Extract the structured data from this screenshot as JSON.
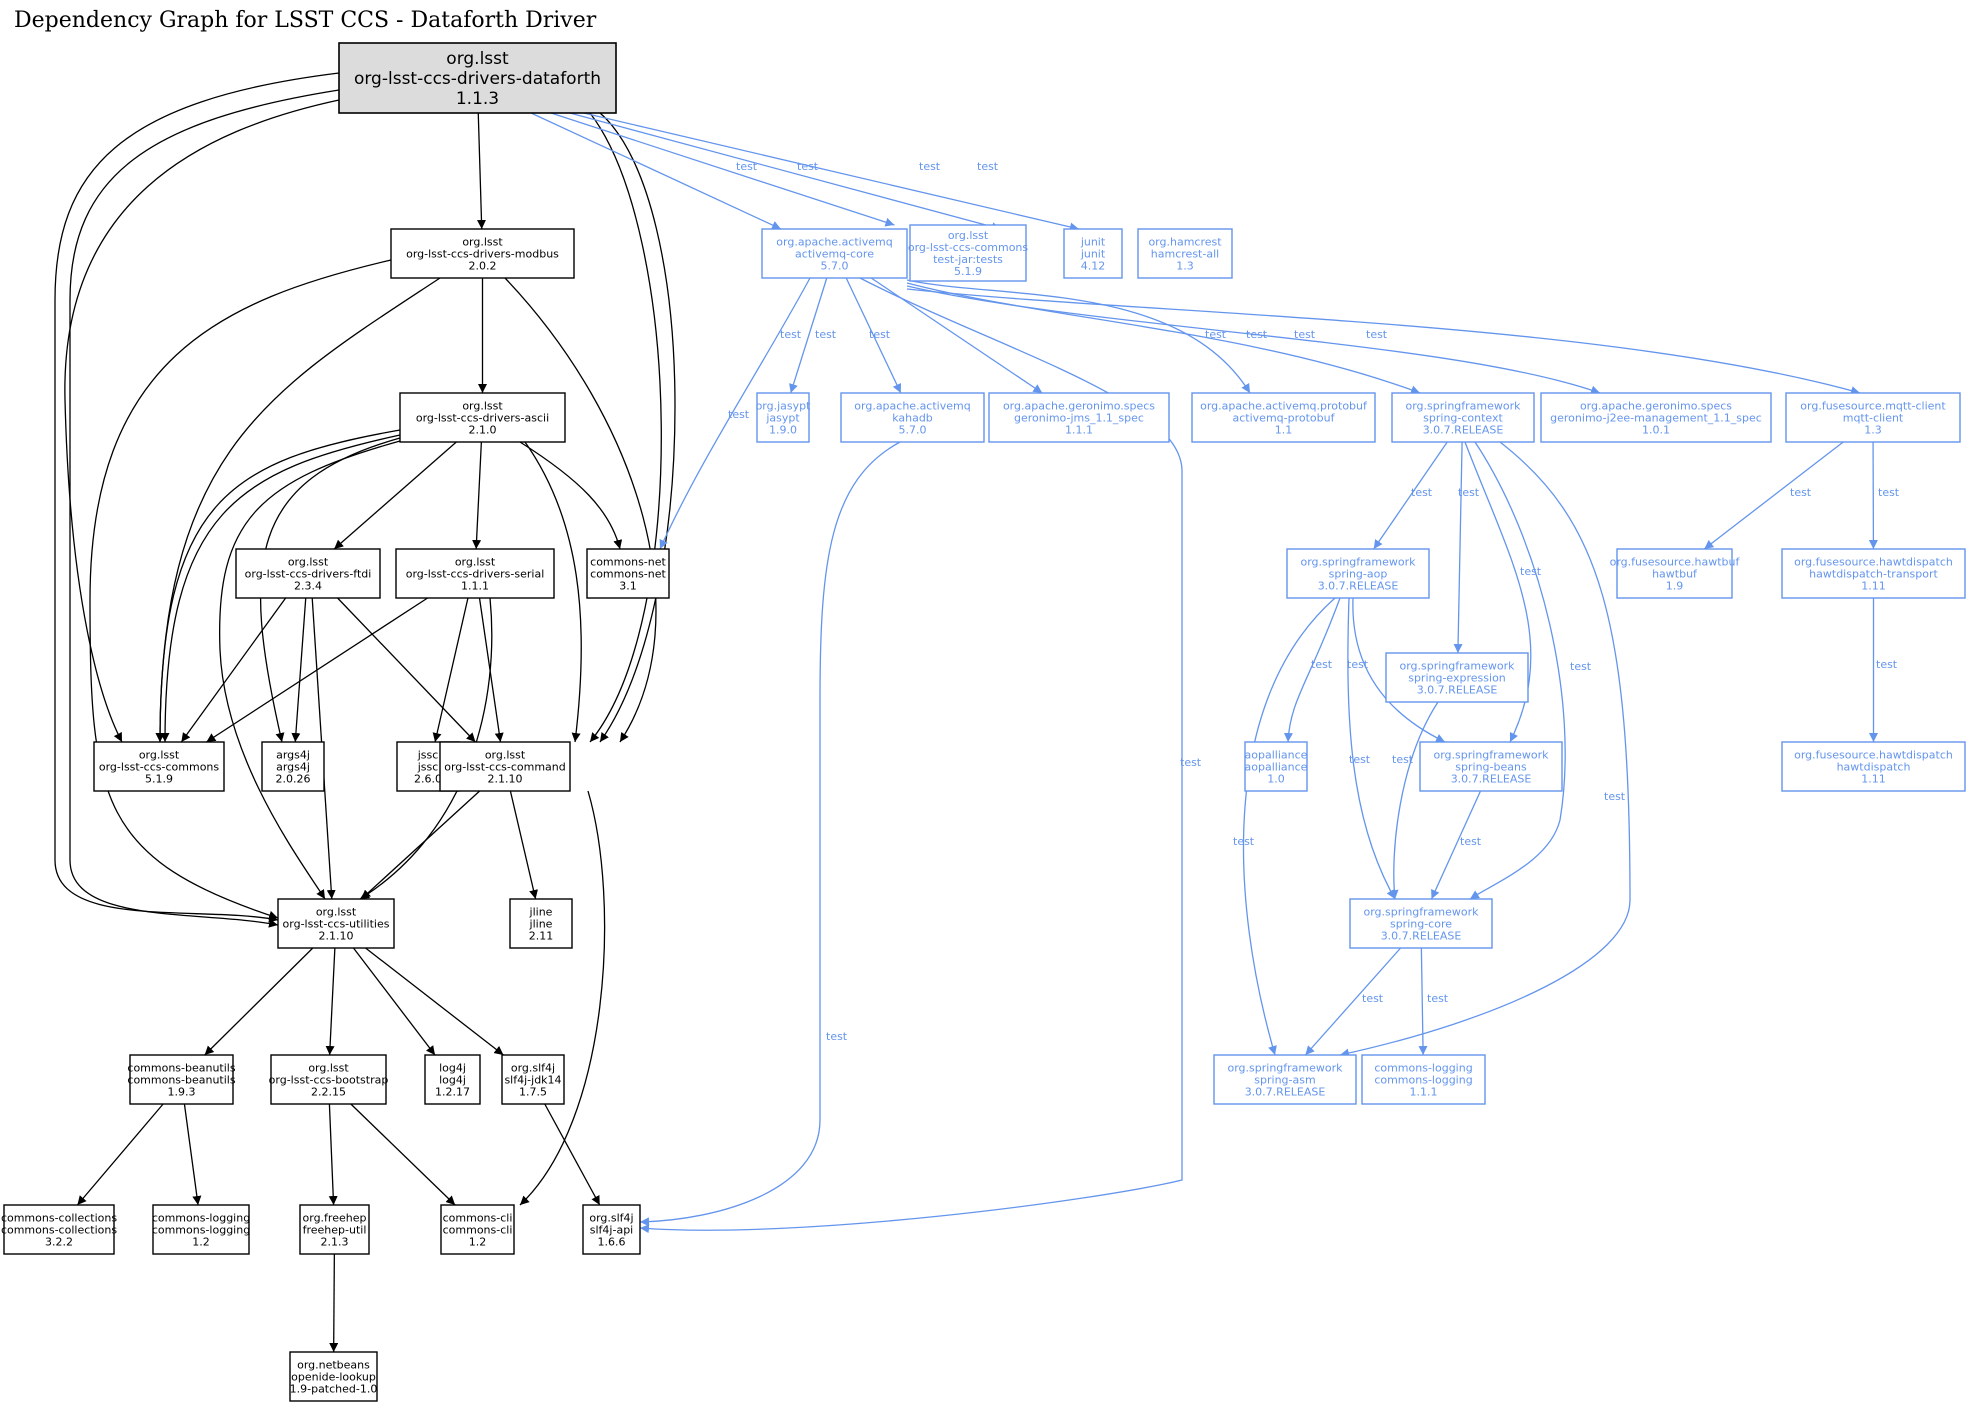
{
  "title": "Dependency Graph for LSST CCS - Dataforth Driver",
  "colors": {
    "compile": "#000000",
    "test": "#6495ed",
    "root_fill": "#dcdcdc"
  },
  "nodes": [
    {
      "id": "dataforth",
      "lines": [
        "org.lsst",
        "org-lsst-ccs-drivers-dataforth",
        "1.1.3"
      ],
      "scope": "root"
    },
    {
      "id": "modbus",
      "lines": [
        "org.lsst",
        "org-lsst-ccs-drivers-modbus",
        "2.0.2"
      ],
      "scope": "compile"
    },
    {
      "id": "ascii",
      "lines": [
        "org.lsst",
        "org-lsst-ccs-drivers-ascii",
        "2.1.0"
      ],
      "scope": "compile"
    },
    {
      "id": "ftdi",
      "lines": [
        "org.lsst",
        "org-lsst-ccs-drivers-ftdi",
        "2.3.4"
      ],
      "scope": "compile"
    },
    {
      "id": "serial",
      "lines": [
        "org.lsst",
        "org-lsst-ccs-drivers-serial",
        "1.1.1"
      ],
      "scope": "compile"
    },
    {
      "id": "commonsnet",
      "lines": [
        "commons-net",
        "commons-net",
        "3.1"
      ],
      "scope": "compile"
    },
    {
      "id": "ccscommons",
      "lines": [
        "org.lsst",
        "org-lsst-ccs-commons",
        "5.1.9"
      ],
      "scope": "compile"
    },
    {
      "id": "args4j",
      "lines": [
        "args4j",
        "args4j",
        "2.0.26"
      ],
      "scope": "compile"
    },
    {
      "id": "jssc",
      "lines": [
        "jssc",
        "jssc",
        "2.6.0"
      ],
      "scope": "compile"
    },
    {
      "id": "command",
      "lines": [
        "org.lsst",
        "org-lsst-ccs-command",
        "2.1.10"
      ],
      "scope": "compile"
    },
    {
      "id": "utilities",
      "lines": [
        "org.lsst",
        "org-lsst-ccs-utilities",
        "2.1.10"
      ],
      "scope": "compile"
    },
    {
      "id": "jline",
      "lines": [
        "jline",
        "jline",
        "2.11"
      ],
      "scope": "compile"
    },
    {
      "id": "beanutils",
      "lines": [
        "commons-beanutils",
        "commons-beanutils",
        "1.9.3"
      ],
      "scope": "compile"
    },
    {
      "id": "bootstrap",
      "lines": [
        "org.lsst",
        "org-lsst-ccs-bootstrap",
        "2.2.15"
      ],
      "scope": "compile"
    },
    {
      "id": "log4j",
      "lines": [
        "log4j",
        "log4j",
        "1.2.17"
      ],
      "scope": "compile"
    },
    {
      "id": "slf4jjdk",
      "lines": [
        "org.slf4j",
        "slf4j-jdk14",
        "1.7.5"
      ],
      "scope": "compile"
    },
    {
      "id": "collections",
      "lines": [
        "commons-collections",
        "commons-collections",
        "3.2.2"
      ],
      "scope": "compile"
    },
    {
      "id": "logging12",
      "lines": [
        "commons-logging",
        "commons-logging",
        "1.2"
      ],
      "scope": "compile"
    },
    {
      "id": "freehep",
      "lines": [
        "org.freehep",
        "freehep-util",
        "2.1.3"
      ],
      "scope": "compile"
    },
    {
      "id": "cli",
      "lines": [
        "commons-cli",
        "commons-cli",
        "1.2"
      ],
      "scope": "compile"
    },
    {
      "id": "slf4japi",
      "lines": [
        "org.slf4j",
        "slf4j-api",
        "1.6.6"
      ],
      "scope": "compile"
    },
    {
      "id": "openide",
      "lines": [
        "org.netbeans",
        "openide-lookup",
        "1.9-patched-1.0"
      ],
      "scope": "compile"
    },
    {
      "id": "amqcore",
      "lines": [
        "org.apache.activemq",
        "activemq-core",
        "5.7.0"
      ],
      "scope": "test"
    },
    {
      "id": "commonstests",
      "lines": [
        "org.lsst",
        "org-lsst-ccs-commons",
        "test-jar:tests",
        "5.1.9"
      ],
      "scope": "test"
    },
    {
      "id": "junit",
      "lines": [
        "junit",
        "junit",
        "4.12"
      ],
      "scope": "test"
    },
    {
      "id": "hamcrest",
      "lines": [
        "org.hamcrest",
        "hamcrest-all",
        "1.3"
      ],
      "scope": "test"
    },
    {
      "id": "jasypt",
      "lines": [
        "org.jasypt",
        "jasypt",
        "1.9.0"
      ],
      "scope": "test"
    },
    {
      "id": "kahadb",
      "lines": [
        "org.apache.activemq",
        "kahadb",
        "5.7.0"
      ],
      "scope": "test"
    },
    {
      "id": "jms",
      "lines": [
        "org.apache.geronimo.specs",
        "geronimo-jms_1.1_spec",
        "1.1.1"
      ],
      "scope": "test"
    },
    {
      "id": "protobuf",
      "lines": [
        "org.apache.activemq.protobuf",
        "activemq-protobuf",
        "1.1"
      ],
      "scope": "test"
    },
    {
      "id": "springctx",
      "lines": [
        "org.springframework",
        "spring-context",
        "3.0.7.RELEASE"
      ],
      "scope": "test"
    },
    {
      "id": "j2ee",
      "lines": [
        "org.apache.geronimo.specs",
        "geronimo-j2ee-management_1.1_spec",
        "1.0.1"
      ],
      "scope": "test"
    },
    {
      "id": "mqtt",
      "lines": [
        "org.fusesource.mqtt-client",
        "mqtt-client",
        "1.3"
      ],
      "scope": "test"
    },
    {
      "id": "springaop",
      "lines": [
        "org.springframework",
        "spring-aop",
        "3.0.7.RELEASE"
      ],
      "scope": "test"
    },
    {
      "id": "hawtbuf",
      "lines": [
        "org.fusesource.hawtbuf",
        "hawtbuf",
        "1.9"
      ],
      "scope": "test"
    },
    {
      "id": "hawttransport",
      "lines": [
        "org.fusesource.hawtdispatch",
        "hawtdispatch-transport",
        "1.11"
      ],
      "scope": "test"
    },
    {
      "id": "springexpr",
      "lines": [
        "org.springframework",
        "spring-expression",
        "3.0.7.RELEASE"
      ],
      "scope": "test"
    },
    {
      "id": "aopalliance",
      "lines": [
        "aopalliance",
        "aopalliance",
        "1.0"
      ],
      "scope": "test"
    },
    {
      "id": "springbeans",
      "lines": [
        "org.springframework",
        "spring-beans",
        "3.0.7.RELEASE"
      ],
      "scope": "test"
    },
    {
      "id": "hawtdispatch",
      "lines": [
        "org.fusesource.hawtdispatch",
        "hawtdispatch",
        "1.11"
      ],
      "scope": "test"
    },
    {
      "id": "springcore",
      "lines": [
        "org.springframework",
        "spring-core",
        "3.0.7.RELEASE"
      ],
      "scope": "test"
    },
    {
      "id": "springasm",
      "lines": [
        "org.springframework",
        "spring-asm",
        "3.0.7.RELEASE"
      ],
      "scope": "test"
    },
    {
      "id": "logging111",
      "lines": [
        "commons-logging",
        "commons-logging",
        "1.1.1"
      ],
      "scope": "test"
    }
  ],
  "edges": [
    {
      "from": "dataforth",
      "to": "modbus",
      "label": ""
    },
    {
      "from": "dataforth",
      "to": "ccscommons",
      "label": ""
    },
    {
      "from": "dataforth",
      "to": "utilities",
      "label": ""
    },
    {
      "from": "dataforth",
      "to": "utilities",
      "label": "",
      "variant": 2
    },
    {
      "from": "dataforth",
      "to": "command",
      "label": ""
    },
    {
      "from": "dataforth",
      "to": "command",
      "label": "",
      "variant": 2
    },
    {
      "from": "dataforth",
      "to": "amqcore",
      "label": "test"
    },
    {
      "from": "dataforth",
      "to": "commonstests",
      "label": "test"
    },
    {
      "from": "dataforth",
      "to": "junit",
      "label": "test"
    },
    {
      "from": "dataforth",
      "to": "hamcrest",
      "label": "test"
    },
    {
      "from": "modbus",
      "to": "ascii",
      "label": ""
    },
    {
      "from": "modbus",
      "to": "ccscommons",
      "label": ""
    },
    {
      "from": "modbus",
      "to": "utilities",
      "label": ""
    },
    {
      "from": "modbus",
      "to": "command",
      "label": ""
    },
    {
      "from": "ascii",
      "to": "ftdi",
      "label": ""
    },
    {
      "from": "ascii",
      "to": "serial",
      "label": ""
    },
    {
      "from": "ascii",
      "to": "commonsnet",
      "label": ""
    },
    {
      "from": "ascii",
      "to": "ccscommons",
      "label": ""
    },
    {
      "from": "ascii",
      "to": "ccscommons",
      "label": "",
      "variant": 2
    },
    {
      "from": "ascii",
      "to": "args4j",
      "label": ""
    },
    {
      "from": "ascii",
      "to": "utilities",
      "label": ""
    },
    {
      "from": "ascii",
      "to": "command",
      "label": ""
    },
    {
      "from": "ftdi",
      "to": "ccscommons",
      "label": ""
    },
    {
      "from": "ftdi",
      "to": "args4j",
      "label": ""
    },
    {
      "from": "ftdi",
      "to": "utilities",
      "label": ""
    },
    {
      "from": "ftdi",
      "to": "command",
      "label": ""
    },
    {
      "from": "serial",
      "to": "ccscommons",
      "label": ""
    },
    {
      "from": "serial",
      "to": "jssc",
      "label": ""
    },
    {
      "from": "serial",
      "to": "command",
      "label": ""
    },
    {
      "from": "serial",
      "to": "utilities",
      "label": ""
    },
    {
      "from": "command",
      "to": "utilities",
      "label": ""
    },
    {
      "from": "command",
      "to": "jline",
      "label": ""
    },
    {
      "from": "command",
      "to": "cli",
      "label": ""
    },
    {
      "from": "utilities",
      "to": "beanutils",
      "label": ""
    },
    {
      "from": "utilities",
      "to": "bootstrap",
      "label": ""
    },
    {
      "from": "utilities",
      "to": "log4j",
      "label": ""
    },
    {
      "from": "utilities",
      "to": "slf4jjdk",
      "label": ""
    },
    {
      "from": "beanutils",
      "to": "collections",
      "label": ""
    },
    {
      "from": "beanutils",
      "to": "logging12",
      "label": ""
    },
    {
      "from": "bootstrap",
      "to": "freehep",
      "label": ""
    },
    {
      "from": "bootstrap",
      "to": "cli",
      "label": ""
    },
    {
      "from": "slf4jjdk",
      "to": "slf4japi",
      "label": ""
    },
    {
      "from": "freehep",
      "to": "openide",
      "label": ""
    },
    {
      "from": "amqcore",
      "to": "commonsnet",
      "label": "test"
    },
    {
      "from": "amqcore",
      "to": "jasypt",
      "label": "test"
    },
    {
      "from": "amqcore",
      "to": "kahadb",
      "label": "test"
    },
    {
      "from": "amqcore",
      "to": "jms",
      "label": "test"
    },
    {
      "from": "amqcore",
      "to": "slf4japi",
      "label": "test"
    },
    {
      "from": "amqcore",
      "to": "protobuf",
      "label": "test"
    },
    {
      "from": "amqcore",
      "to": "springctx",
      "label": "test"
    },
    {
      "from": "amqcore",
      "to": "j2ee",
      "label": "test"
    },
    {
      "from": "amqcore",
      "to": "mqtt",
      "label": "test"
    },
    {
      "from": "kahadb",
      "to": "slf4japi",
      "label": "test"
    },
    {
      "from": "springctx",
      "to": "springaop",
      "label": "test"
    },
    {
      "from": "springctx",
      "to": "springexpr",
      "label": "test"
    },
    {
      "from": "springctx",
      "to": "springbeans",
      "label": "test"
    },
    {
      "from": "springctx",
      "to": "springcore",
      "label": "test"
    },
    {
      "from": "springctx",
      "to": "springasm",
      "label": "test"
    },
    {
      "from": "mqtt",
      "to": "hawtbuf",
      "label": "test"
    },
    {
      "from": "mqtt",
      "to": "hawttransport",
      "label": "test"
    },
    {
      "from": "hawttransport",
      "to": "hawtdispatch",
      "label": "test"
    },
    {
      "from": "springaop",
      "to": "aopalliance",
      "label": "test"
    },
    {
      "from": "springaop",
      "to": "springbeans",
      "label": "test"
    },
    {
      "from": "springaop",
      "to": "springcore",
      "label": "test"
    },
    {
      "from": "springaop",
      "to": "springasm",
      "label": "test"
    },
    {
      "from": "springexpr",
      "to": "springcore",
      "label": "test"
    },
    {
      "from": "springbeans",
      "to": "springcore",
      "label": "test"
    },
    {
      "from": "springcore",
      "to": "springasm",
      "label": "test"
    },
    {
      "from": "springcore",
      "to": "logging111",
      "label": "test"
    }
  ]
}
